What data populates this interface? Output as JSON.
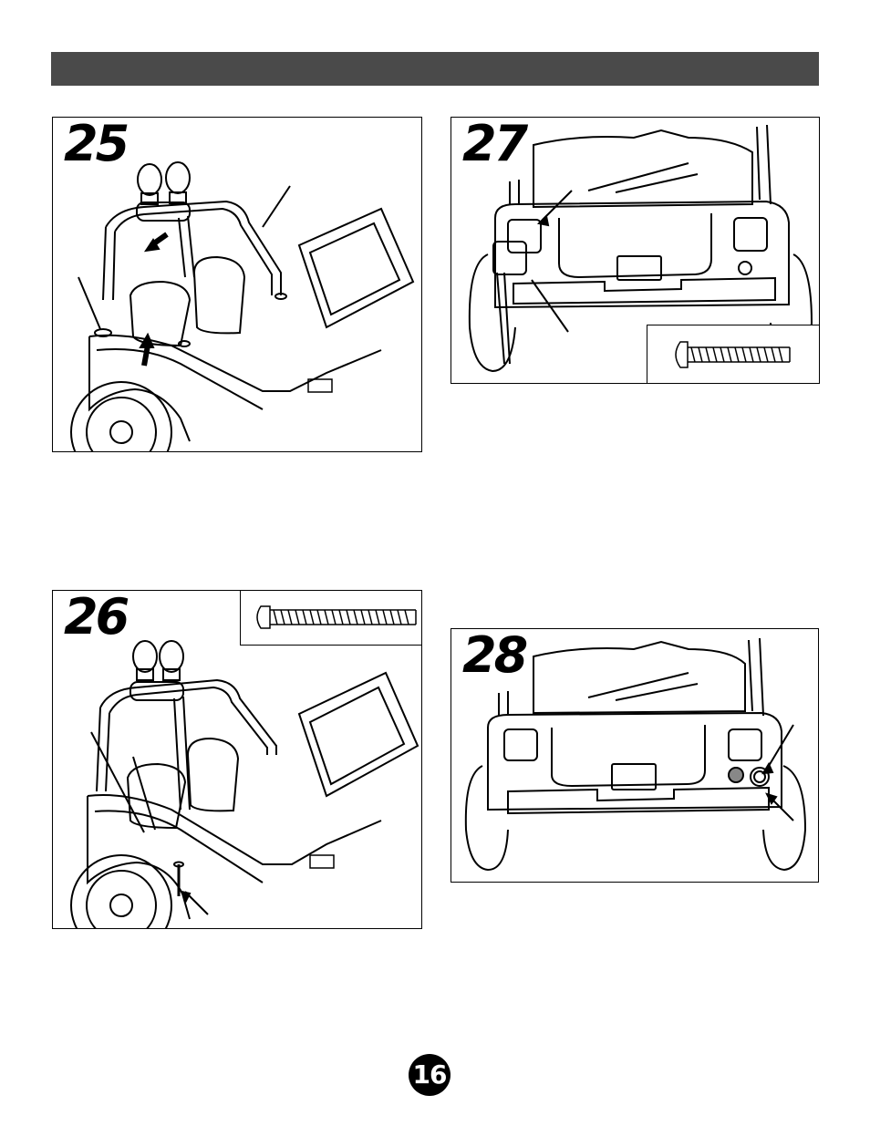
{
  "steps": [
    {
      "number": "25"
    },
    {
      "number": "26"
    },
    {
      "number": "27"
    },
    {
      "number": "28"
    }
  ],
  "page": {
    "number": "16"
  },
  "colors": {
    "header_bar": "#4a4a4a",
    "ink": "#000000",
    "paper": "#ffffff"
  }
}
